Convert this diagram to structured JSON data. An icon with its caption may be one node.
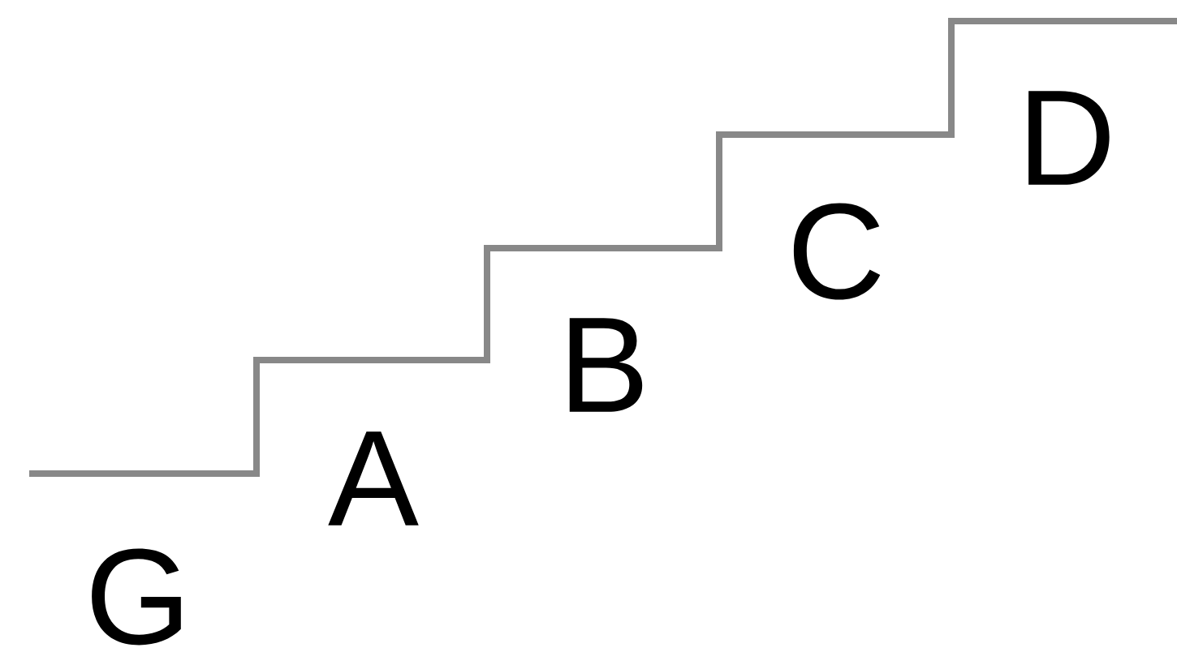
{
  "diagram": {
    "labels": [
      "G",
      "A",
      "B",
      "C",
      "D"
    ]
  }
}
